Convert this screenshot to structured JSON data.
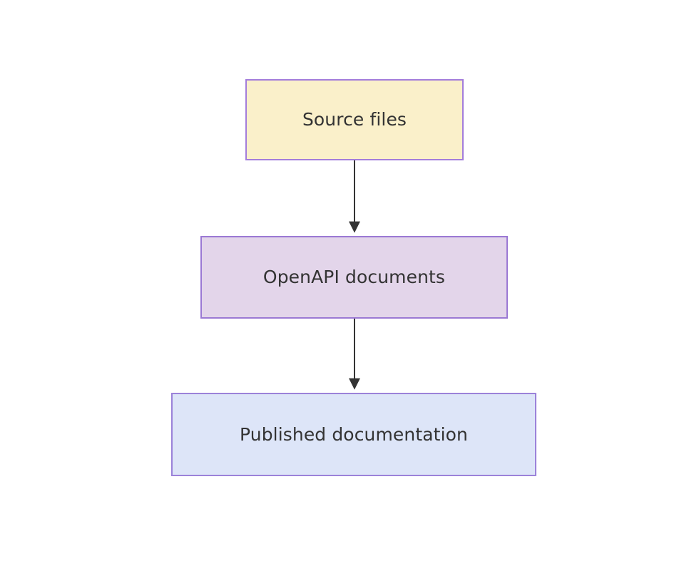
{
  "diagram": {
    "type": "flowchart",
    "direction": "top-to-bottom",
    "background_color": "#ffffff",
    "nodes": [
      {
        "id": "source-files",
        "label": "Source files",
        "fill_color": "#faf0ca",
        "border_color": "#a37ddb",
        "text_color": "#333333"
      },
      {
        "id": "openapi-documents",
        "label": "OpenAPI documents",
        "fill_color": "#e3d5ea",
        "border_color": "#9b79d4",
        "text_color": "#333333"
      },
      {
        "id": "published-documentation",
        "label": "Published documentation",
        "fill_color": "#dde5f8",
        "border_color": "#9b82d9",
        "text_color": "#333333"
      }
    ],
    "edges": [
      {
        "id": "edge-source-to-openapi",
        "from": "source-files",
        "to": "openapi-documents",
        "label": "",
        "color": "#333333",
        "arrowhead": "solid-triangle"
      },
      {
        "id": "edge-openapi-to-published",
        "from": "openapi-documents",
        "to": "published-documentation",
        "label": "",
        "color": "#333333",
        "arrowhead": "solid-triangle"
      }
    ]
  }
}
